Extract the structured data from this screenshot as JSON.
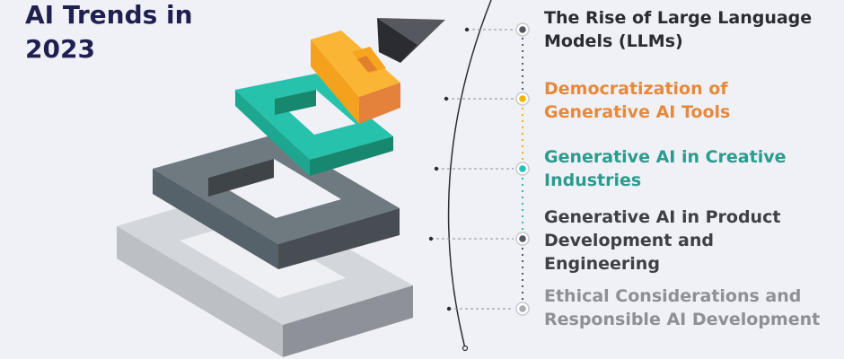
{
  "title_lines": [
    "AI Trends in",
    "2023"
  ],
  "colors": {
    "background": "#f0f0f7",
    "title": "#1f2050",
    "orange": "#e58a3c",
    "teal": "#2a9c8e",
    "dark": "#3e4046",
    "gray": "#8d9096"
  },
  "trends": [
    {
      "lines": [
        "The Rise of Large Language",
        "Models (LLMs)"
      ],
      "color": "#2a2c33",
      "marker": "#555860"
    },
    {
      "lines": [
        "Democratization of",
        "Generative AI Tools"
      ],
      "color": "#e58a3c",
      "marker": "#f5b400"
    },
    {
      "lines": [
        "Generative AI in Creative",
        "Industries"
      ],
      "color": "#2a9c8e",
      "marker": "#1fc4b0"
    },
    {
      "lines": [
        "Generative AI in Product",
        "Development and",
        "Engineering"
      ],
      "color": "#3e4046",
      "marker": "#555860"
    },
    {
      "lines": [
        "Ethical Considerations and",
        "Responsible AI Development"
      ],
      "color": "#8d9096",
      "marker": "#a9acb2"
    }
  ]
}
